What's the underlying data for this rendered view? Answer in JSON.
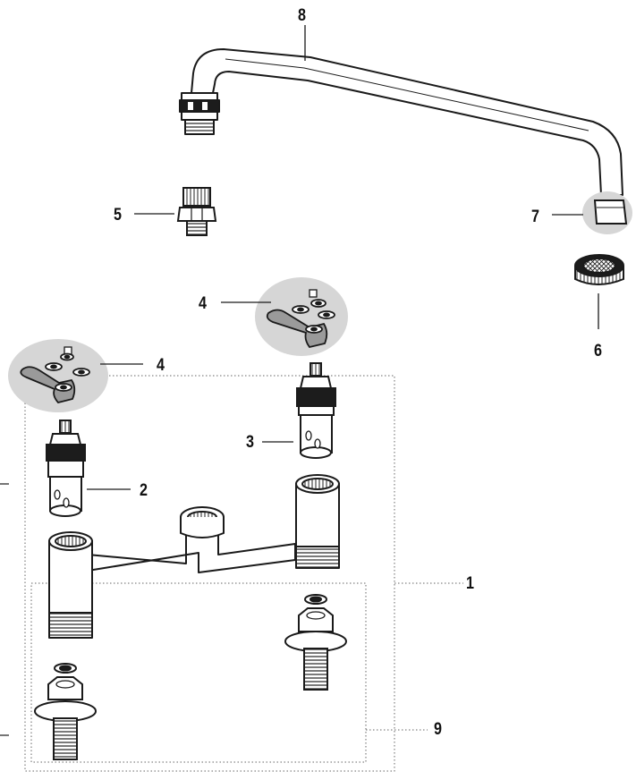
{
  "callouts": {
    "c1": "1",
    "c2": "2",
    "c3": "3",
    "c4_top": "4",
    "c4_left": "4",
    "c5": "5",
    "c6": "6",
    "c7": "7",
    "c8": "8",
    "c9": "9"
  },
  "colors": {
    "stroke": "#1a1a1a",
    "metal": "#ffffff",
    "dark_ring": "#1c1c1c",
    "highlight_circle": "#d6d6d6",
    "dotted": "#666666"
  }
}
